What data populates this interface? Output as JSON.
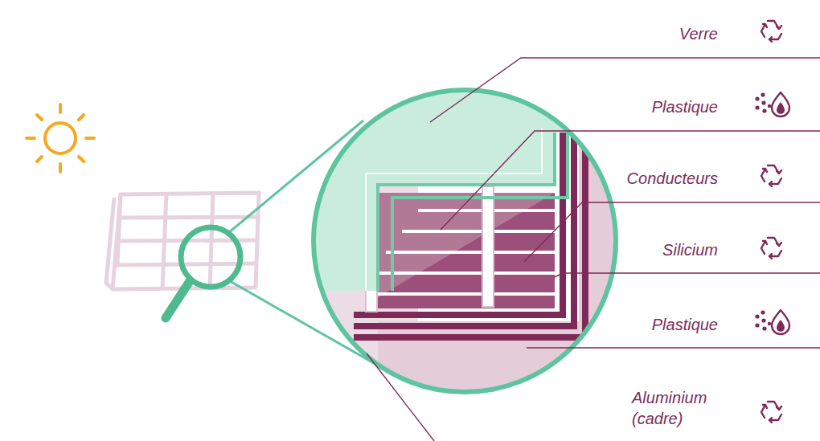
{
  "diagram": {
    "labels": [
      "Verre",
      "Plastique",
      "Conducteurs",
      "Silicium",
      "Plastique",
      "Aluminium (cadre)"
    ]
  }
}
